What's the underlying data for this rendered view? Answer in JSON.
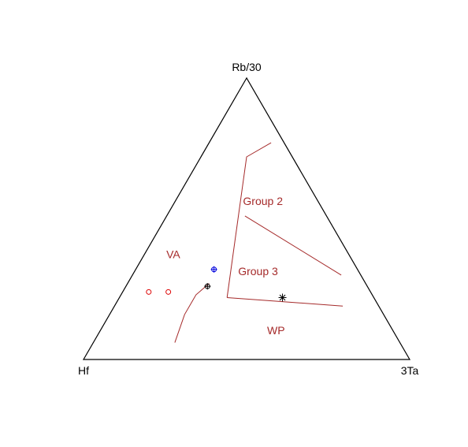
{
  "chart_data": {
    "type": "ternary",
    "title": "",
    "vertices": {
      "top": "Rb/30",
      "left": "Hf",
      "right": "3Ta"
    },
    "field_color": "#a52a2a",
    "axis_color": "#000000",
    "fields": [
      {
        "id": "va",
        "label": "VA",
        "label_at": {
          "top": 0.37,
          "left": 0.54,
          "right": 0.09
        }
      },
      {
        "id": "group2",
        "label": "Group 2",
        "label_at": {
          "top": 0.56,
          "left": 0.17,
          "right": 0.27
        }
      },
      {
        "id": "group3",
        "label": "Group 3",
        "label_at": {
          "top": 0.31,
          "left": 0.31,
          "right": 0.38
        }
      },
      {
        "id": "wp",
        "label": "WP",
        "label_at": {
          "top": 0.1,
          "left": 0.36,
          "right": 0.54
        }
      }
    ],
    "boundaries": [
      {
        "id": "va-wp-curve",
        "points": [
          {
            "top": 0.06,
            "left": 0.69,
            "right": 0.25
          },
          {
            "top": 0.16,
            "left": 0.61,
            "right": 0.23
          },
          {
            "top": 0.23,
            "left": 0.54,
            "right": 0.23
          },
          {
            "top": 0.25,
            "left": 0.51,
            "right": 0.24
          },
          {
            "top": 0.27,
            "left": 0.48,
            "right": 0.25
          }
        ]
      },
      {
        "id": "wp-upper-line",
        "points": [
          {
            "top": 0.22,
            "left": 0.45,
            "right": 0.33
          },
          {
            "top": 0.19,
            "left": 0.11,
            "right": 0.7
          }
        ]
      },
      {
        "id": "va-group-boundary",
        "points": [
          {
            "top": 0.22,
            "left": 0.45,
            "right": 0.33
          },
          {
            "top": 0.72,
            "left": 0.14,
            "right": 0.14
          },
          {
            "top": 0.77,
            "left": 0.04,
            "right": 0.19
          }
        ]
      },
      {
        "id": "group2-group3-line",
        "points": [
          {
            "top": 0.51,
            "left": 0.25,
            "right": 0.24
          },
          {
            "top": 0.3,
            "left": 0.06,
            "right": 0.64
          }
        ]
      }
    ],
    "samples": [
      {
        "symbol": "circle",
        "color": "#dd0000",
        "top": 0.24,
        "left": 0.68,
        "right": 0.08
      },
      {
        "symbol": "circle",
        "color": "#dd0000",
        "top": 0.24,
        "left": 0.62,
        "right": 0.14
      },
      {
        "symbol": "circle-plus",
        "color": "#000000",
        "top": 0.26,
        "left": 0.49,
        "right": 0.25
      },
      {
        "symbol": "circle-plus",
        "color": "#0000dd",
        "top": 0.32,
        "left": 0.44,
        "right": 0.24
      },
      {
        "symbol": "asterisk",
        "color": "#000000",
        "top": 0.22,
        "left": 0.28,
        "right": 0.5
      }
    ]
  }
}
